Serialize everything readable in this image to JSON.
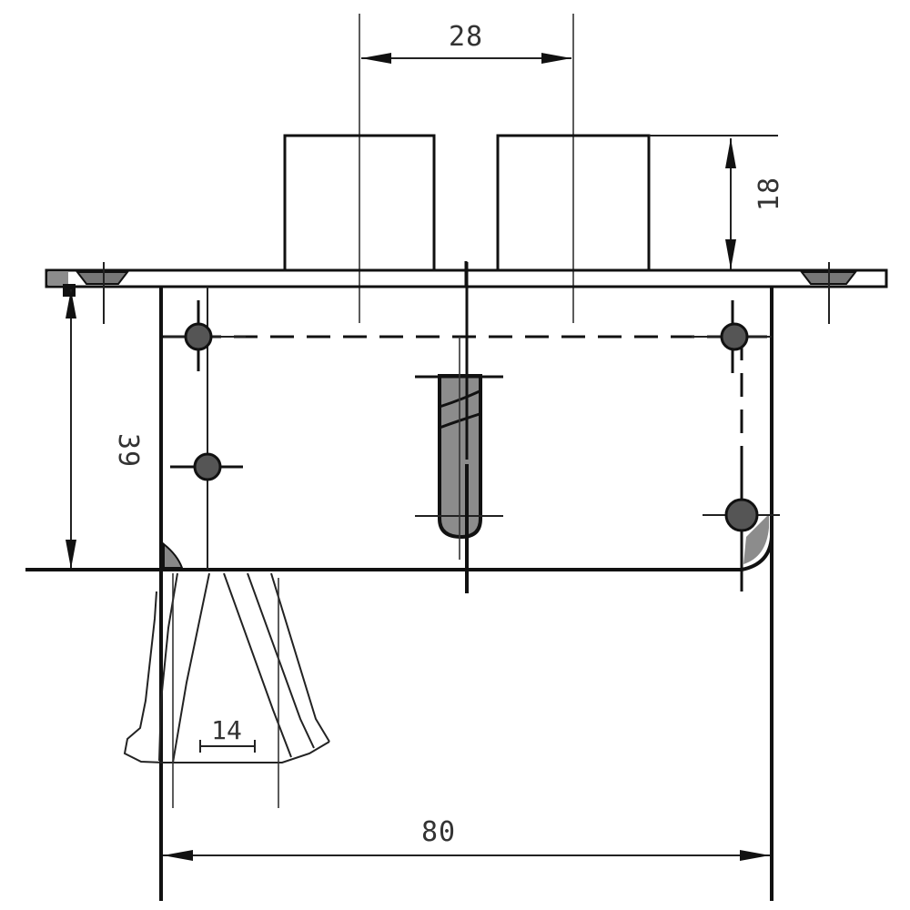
{
  "drawing": {
    "subject": "mortise lock technical drawing",
    "units": "mm",
    "colors": {
      "line": "#111111",
      "fill_shaded": "#8c8c8c",
      "background": "#ffffff",
      "text": "#333333"
    },
    "dimensions": {
      "bolt_spacing": "28",
      "bolt_projection": "18",
      "body_height": "39",
      "lever_width": "14",
      "backset_width": "80"
    },
    "components": [
      "faceplate",
      "lock-body",
      "latch-bolt",
      "deadbolt",
      "key-slot",
      "mounting-screws",
      "lever-handle"
    ]
  }
}
